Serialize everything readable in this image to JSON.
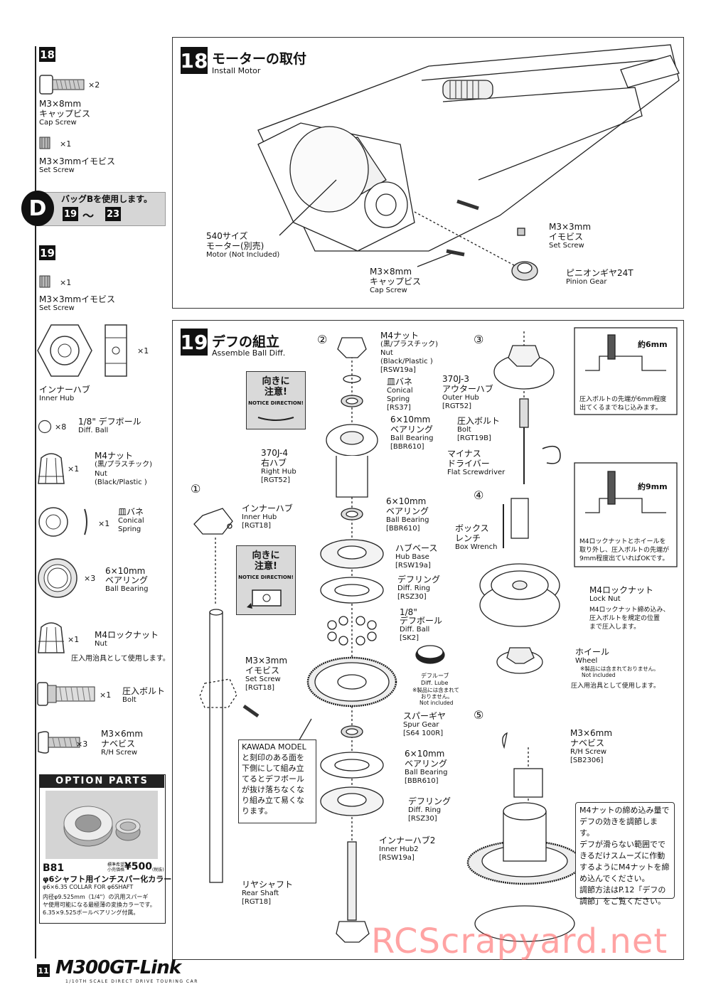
{
  "page_number": "11",
  "brand": {
    "logo_text": "M300GT-Link",
    "tagline": "1/10TH SCALE DIRECT DRIVE TOURING CAR"
  },
  "watermark": "RCScrapyard.net",
  "sidebar": {
    "step18": {
      "number": "18",
      "cap_screw": {
        "qty": "×2",
        "jp": "M3×8mm",
        "jp2": "キャップビス",
        "en": "Cap Screw"
      },
      "set_screw": {
        "qty": "×1",
        "jp": "M3×3mmイモビス",
        "en": "Set Screw"
      }
    },
    "bag": {
      "letter": "D",
      "text": "バッグBを使用します。",
      "from": "19",
      "tilde": "〜",
      "to": "23"
    },
    "step19": {
      "number": "19",
      "set_screw": {
        "qty": "×1",
        "jp": "M3×3mmイモビス",
        "en": "Set Screw"
      },
      "inner_hub": {
        "qty": "×1",
        "jp": "インナーハブ",
        "en": "Inner Hub"
      },
      "diff_ball": {
        "qty": "×8",
        "jp": "1/8\" デフボール",
        "en": "Diff. Ball"
      },
      "m4_nut": {
        "qty": "×1",
        "jp": "M4ナット",
        "jp2": "(黒/プラスチック)",
        "en": "Nut",
        "en2": "(Black/Plastic )"
      },
      "spring": {
        "qty": "×1",
        "jp": "皿バネ",
        "en": "Conical",
        "en2": "Spring"
      },
      "bearing": {
        "qty": "×3",
        "jp": "6×10mm",
        "jp2": "ベアリング",
        "en": "Ball Bearing"
      },
      "lock_nut": {
        "qty": "×1",
        "jp": "M4ロックナット",
        "en": "Nut",
        "note": "圧入用治具として使用します。"
      },
      "bolt": {
        "qty": "×1",
        "jp": "圧入ボルト",
        "en": "Bolt"
      },
      "rh_screw": {
        "qty": "×3",
        "jp": "M3×6mm",
        "jp2": "ナベビス",
        "en": "R/H Screw"
      }
    },
    "option": {
      "header": "OPTION PARTS",
      "code": "B81",
      "price_label1": "標準希望",
      "price_label2": "小売価格",
      "price": "¥500",
      "tax": "(税抜)",
      "title": "φ6シャフト用インチスパー化カラー",
      "subtitle": "φ6×6.35 COLLAR FOR φ6SHAFT",
      "desc1": "内径φ9.525mm（1/4\"）の汎用スパーギ",
      "desc2": "ヤ使用可能になる最極薄の変換カラーです。",
      "desc3": "6.35×9.525ボールベアリング付属。"
    }
  },
  "step18": {
    "number": "18",
    "title_jp": "モーターの取付",
    "title_en": "Install Motor",
    "motor": {
      "jp": "540サイズ",
      "jp2": "モーター(別売)",
      "en": "Motor (Not Included)"
    },
    "screw": {
      "jp": "M3×8mm",
      "jp2": "キャップビス",
      "en": "Cap Screw"
    },
    "set_screw": {
      "jp": "M3×3mm",
      "jp2": "イモビス",
      "en": "Set Screw"
    },
    "pinion": {
      "jp": "ピニオンギヤ24T",
      "en": "Pinion Gear"
    }
  },
  "step19": {
    "number": "19",
    "title_jp": "デフの組立",
    "title_en": "Assemble Ball Diff.",
    "notice": {
      "jp1": "向きに",
      "jp2": "注意!",
      "en": "NOTICE DIRECTION!"
    },
    "sub1": "①",
    "sub2": "②",
    "sub3": "③",
    "sub4": "④",
    "sub5": "⑤",
    "inner_hub": {
      "jp": "インナーハブ",
      "en": "Inner Hub",
      "code": "[RGT18]"
    },
    "set_screw": {
      "jp": "M3×3mm",
      "jp2": "イモビス",
      "en": "Set Screw",
      "code": "[RGT18]"
    },
    "rear_shaft": {
      "jp": "リヤシャフト",
      "en": "Rear Shaft",
      "code": "[RGT18]"
    },
    "m4_nut": {
      "jp": "M4ナット",
      "jp2": "(黒/プラスチック)",
      "en": "Nut",
      "en2": "(Black/Plastic )",
      "code": "[RSW19a]"
    },
    "spring": {
      "jp": "皿バネ",
      "en": "Conical",
      "en2": "Spring",
      "code": "[RS37]"
    },
    "bearing1": {
      "jp": "6×10mm",
      "jp2": "ベアリング",
      "en": "Ball Bearing",
      "code": "[BBR610]"
    },
    "right_hub": {
      "jp": "370J-4",
      "jp2": "右ハブ",
      "en": "Right Hub",
      "code": "[RGT52]"
    },
    "bearing2": {
      "jp": "6×10mm",
      "jp2": "ベアリング",
      "en": "Ball Bearing",
      "code": "[BBR610]"
    },
    "hub_base": {
      "jp": "ハブベース",
      "en": "Hub Base",
      "code": "[RSW19a]"
    },
    "diff_ring1": {
      "jp": "デフリング",
      "en": "Diff. Ring",
      "code": "[RSZ30]"
    },
    "diff_ball": {
      "jp": "1/8\"",
      "jp2": "デフボール",
      "en": "Diff. Ball",
      "code": "[SK2]"
    },
    "lube": {
      "jp": "デフルーブ",
      "en": "Diff. Lube",
      "note": "※製品には含まれて",
      "note2": "おりません。",
      "note3": "Not included"
    },
    "spur": {
      "jp": "スパーギヤ",
      "en": "Spur Gear",
      "code": "[S64 100R]"
    },
    "bearing3": {
      "jp": "6×10mm",
      "jp2": "ベアリング",
      "en": "Ball Bearing",
      "code": "[BBR610]"
    },
    "diff_ring2": {
      "jp": "デフリング",
      "en": "Diff. Ring",
      "code": "[RSZ30]"
    },
    "inner_hub2": {
      "jp": "インナーハブ2",
      "en": "Inner Hub2",
      "code": "[RSW19a]"
    },
    "kawada_note": [
      "KAWADA MODEL",
      "と刻印のある面を",
      "下側にして組み立",
      "てるとデフボール",
      "が抜け落ちなくな",
      "り組み立て易くな",
      "ります。"
    ],
    "outer_hub": {
      "jp": "370J-3",
      "jp2": "アウターハブ",
      "en": "Outer Hub",
      "code": "[RGT52]"
    },
    "bolt": {
      "jp": "圧入ボルト",
      "en": "Bolt",
      "code": "[RGT19B]"
    },
    "screwdriver": {
      "jp": "マイナス",
      "jp2": "ドライバー",
      "en": "Flat Screwdriver"
    },
    "detail1": {
      "size": "約6mm",
      "note1": "圧入ボルトの先端が6mm程度",
      "note2": "出てくるまでねじ込みます。"
    },
    "box_wrench": {
      "jp": "ボックス",
      "jp2": "レンチ",
      "en": "Box Wrench"
    },
    "detail2": {
      "size": "約9mm",
      "note1": "M4ロックナットとホイールを",
      "note2": "取り外し、圧入ボルトの先端が",
      "note3": "9mm程度出ていればOKです。"
    },
    "lock_nut": {
      "jp": "M4ロックナット",
      "en": "Lock Nut",
      "note1": "M4ロックナット締め込み、",
      "note2": "圧入ボルトを規定の位置",
      "note3": "まで圧入します。"
    },
    "wheel": {
      "jp": "ホイール",
      "en": "Wheel",
      "note": "※製品には含まれておりません。",
      "note2": "Not included",
      "note3": "圧入用治具として使用します。"
    },
    "rh_screw": {
      "jp": "M3×6mm",
      "jp2": "ナベビス",
      "en": "R/H Screw",
      "code": "[SB2306]"
    },
    "m4_note": [
      "M4ナットの締め込み量で",
      "デフの効きを調節します。",
      "デフが滑らない範囲でで",
      "きるだけスムーズに作動",
      "するようにM4ナットを締",
      "め込んでください。",
      "調節方法はP.12「デフの",
      "調節」をご覧ください。"
    ]
  }
}
